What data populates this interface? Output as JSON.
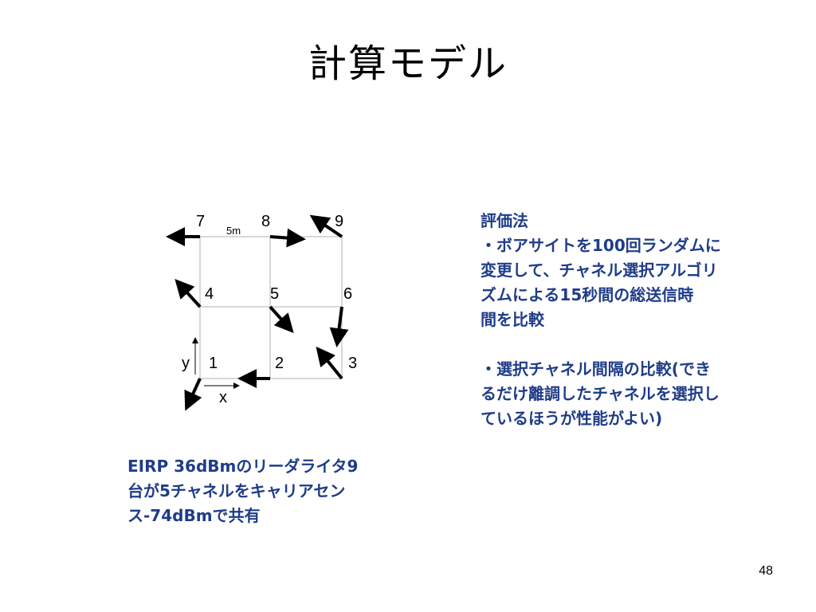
{
  "slide": {
    "title": "計算モデル",
    "page_number": "48"
  },
  "diagram": {
    "nodes": [
      {
        "id": "7",
        "label": "7"
      },
      {
        "id": "8",
        "label": "8"
      },
      {
        "id": "9",
        "label": "9"
      },
      {
        "id": "4",
        "label": "4"
      },
      {
        "id": "5",
        "label": "5"
      },
      {
        "id": "6",
        "label": "6"
      },
      {
        "id": "1",
        "label": "1"
      },
      {
        "id": "2",
        "label": "2"
      },
      {
        "id": "3",
        "label": "3"
      }
    ],
    "spacing_label": "5m",
    "x_axis_label": "x",
    "y_axis_label": "y"
  },
  "evaluation": {
    "heading": "評価法",
    "item1_lines": [
      "・ボアサイトを100回ランダムに",
      "変更して、チャネル選択アルゴリ",
      "ズムによる15秒間の総送信時",
      "間を比較"
    ],
    "item2_lines": [
      "・選択チャネル間隔の比較(でき",
      "るだけ離調したチャネルを選択し",
      "ているほうが性能がよい)"
    ]
  },
  "condition": {
    "lines": [
      "EIRP 36dBmのリーダライタ9",
      "台が5チャネルをキャリアセン",
      "ス-74dBmで共有"
    ]
  },
  "colors": {
    "text_blue": "#1f3c88",
    "grid_gray": "#b0b0b0",
    "arrow_black": "#000000"
  }
}
